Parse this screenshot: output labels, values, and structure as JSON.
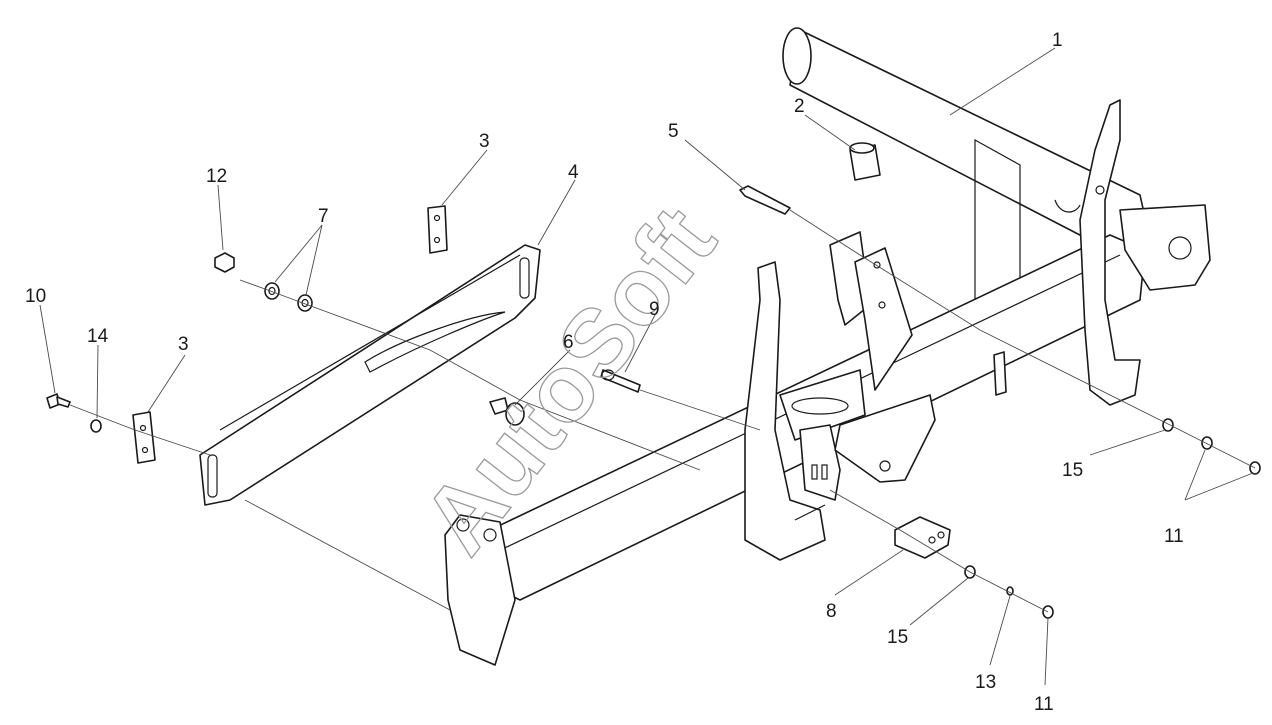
{
  "watermark": "AutoSoft",
  "callouts": {
    "c1": "1",
    "c2": "2",
    "c3a": "3",
    "c3b": "3",
    "c4": "4",
    "c5": "5",
    "c6": "6",
    "c7": "7",
    "c8": "8",
    "c9": "9",
    "c10": "10",
    "c11a": "11",
    "c11b": "11",
    "c12": "12",
    "c13": "13",
    "c14": "14",
    "c15a": "15",
    "c15b": "15"
  }
}
